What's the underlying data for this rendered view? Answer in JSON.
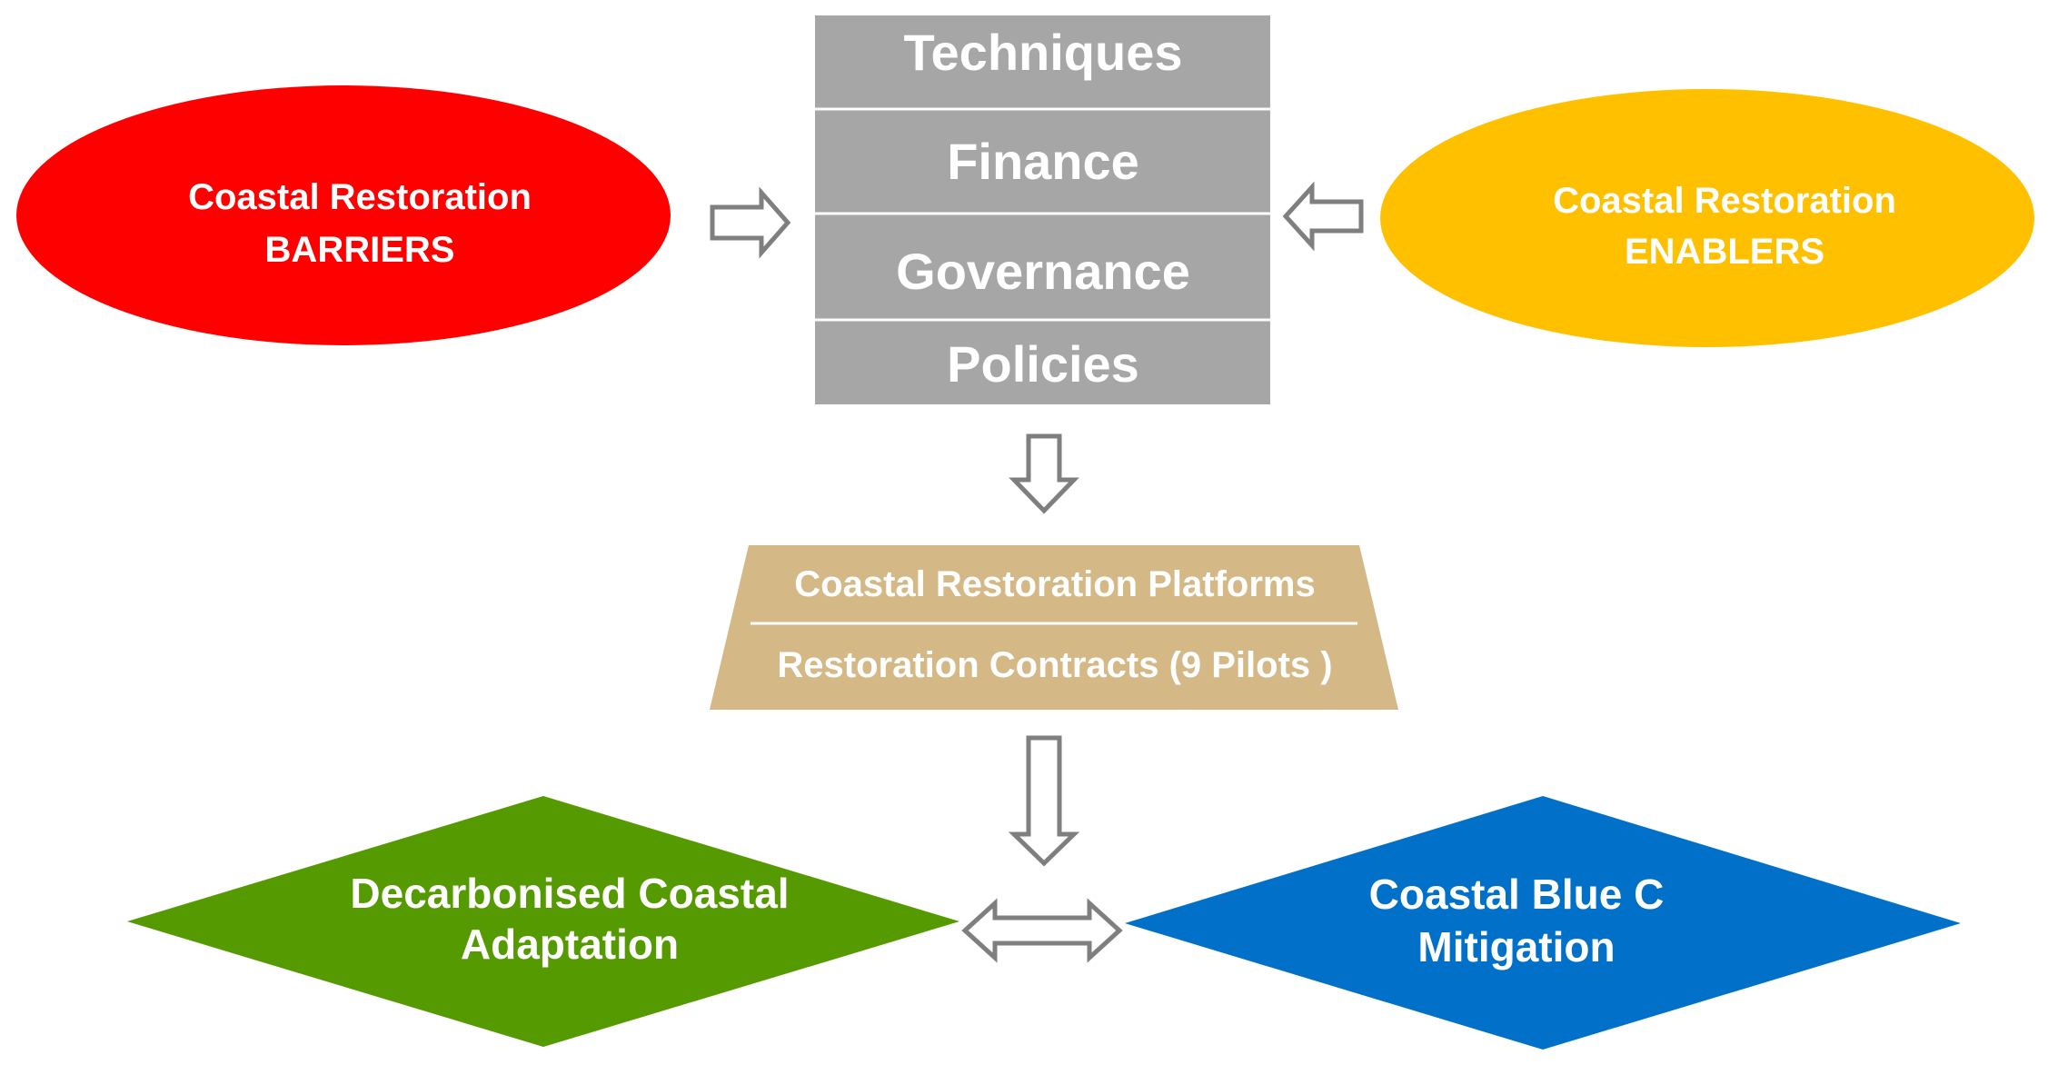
{
  "barriers": {
    "line1": "Coastal Restoration",
    "line2": "BARRIERS",
    "color": "#ff0000"
  },
  "enablers": {
    "line1": "Coastal Restoration",
    "line2": "ENABLERS",
    "color": "#ffc000"
  },
  "stack": {
    "color": "#a6a6a6",
    "items": [
      "Techniques",
      "Finance",
      "Governance",
      "Policies"
    ]
  },
  "platforms": {
    "color": "#d4b886",
    "line1": "Coastal Restoration Platforms",
    "line2": "Restoration Contracts (9 Pilots )"
  },
  "adaptation": {
    "line1": "Decarbonised Coastal",
    "line2": "Adaptation",
    "color": "#559a00"
  },
  "mitigation": {
    "line1": "Coastal Blue C",
    "line2": "Mitigation",
    "color": "#0070c8"
  },
  "arrow_color": "#7f7f7f"
}
